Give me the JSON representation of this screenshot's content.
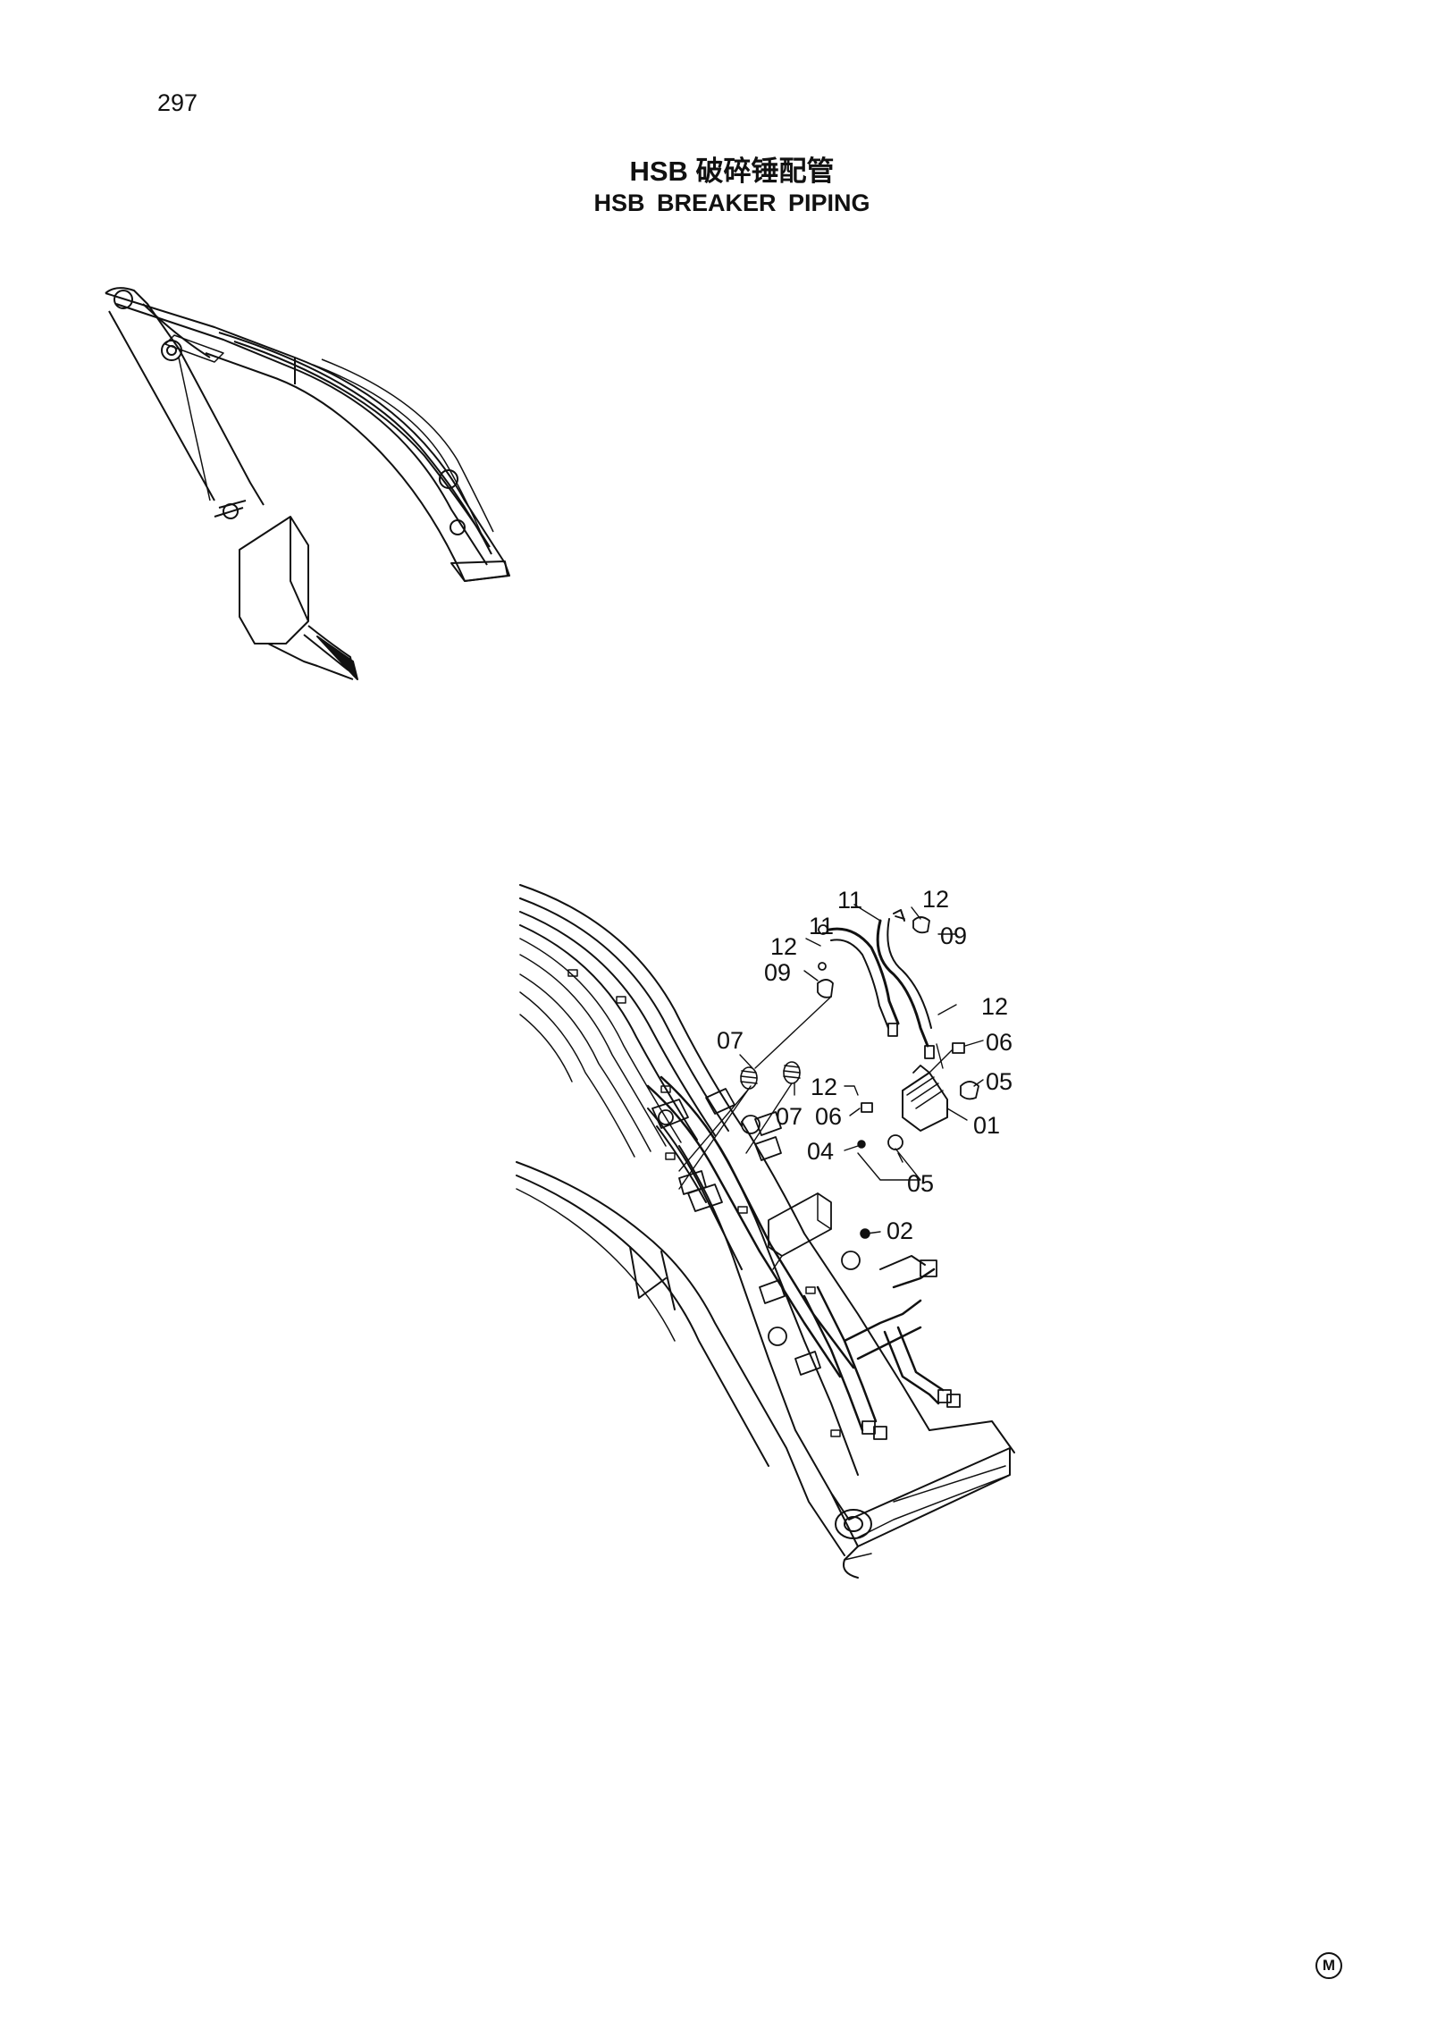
{
  "page": {
    "number": "297"
  },
  "title": {
    "cn": "HSB 破碎锤配管",
    "en": "HSB BREAKER PIPING"
  },
  "callouts": {
    "c11a": "11",
    "c11b": "11",
    "c12a": "12",
    "c12b": "12",
    "c12c": "12",
    "c12d": "12",
    "c09a": "09",
    "c09b": "09",
    "c07a": "07",
    "c07b": "07",
    "c06a": "06",
    "c06b": "06",
    "c05a": "05",
    "c05b": "05",
    "c04": "04",
    "c01": "01",
    "c02": "02"
  },
  "mark": {
    "symbol": "M"
  }
}
